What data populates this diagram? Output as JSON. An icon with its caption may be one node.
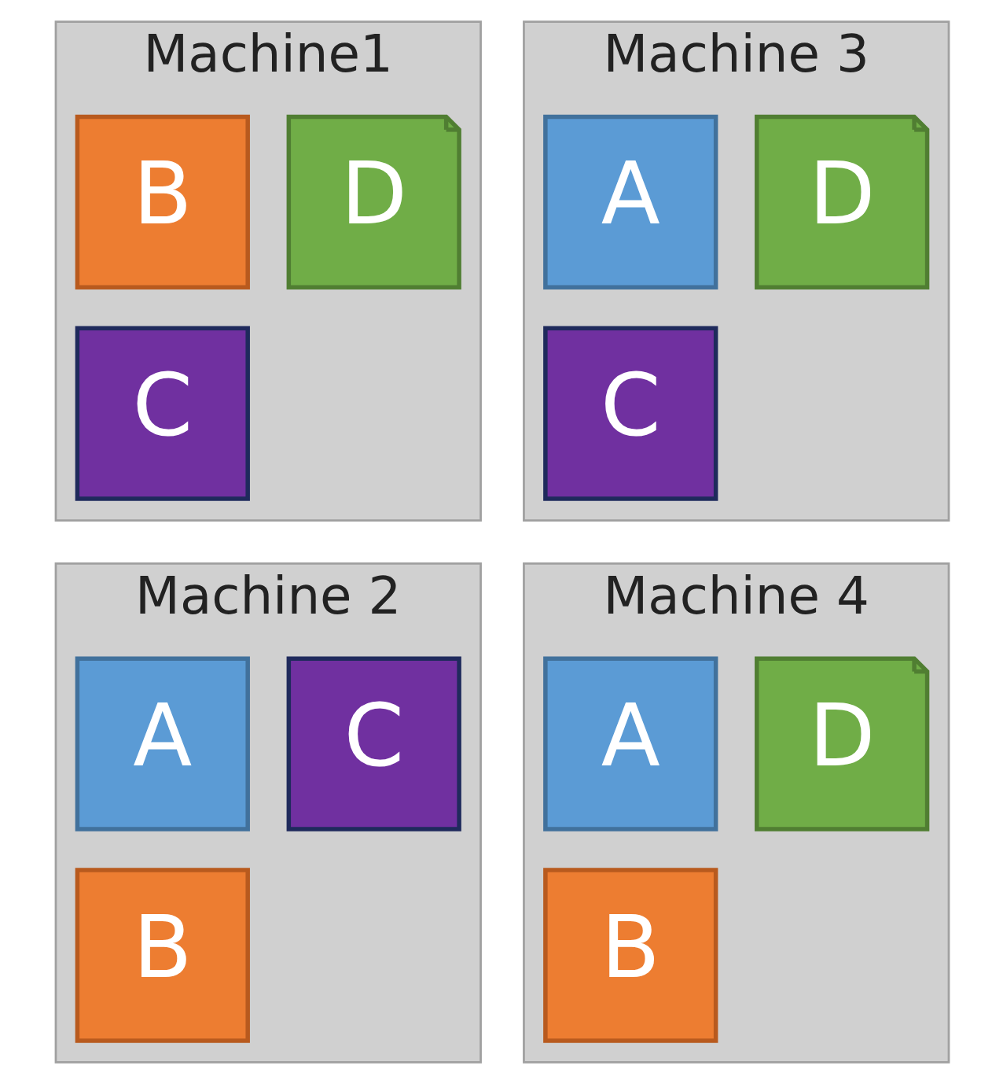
{
  "diagram": {
    "nodes": [
      {
        "text": [
          "Machine1"
        ]
      },
      {
        "text": [
          "B"
        ],
        "in": 0
      },
      {
        "text": [
          "C"
        ],
        "in": 0
      },
      {
        "text": [
          "D"
        ],
        "in": 0
      },
      {
        "text": [
          "Machine 2"
        ]
      },
      {
        "text": [
          "A"
        ],
        "in": 4
      },
      {
        "text": [
          "B"
        ],
        "in": 4
      },
      {
        "text": [
          "C"
        ],
        "in": 4
      },
      {
        "text": [
          "Machine 3"
        ]
      },
      {
        "text": [
          "A"
        ],
        "in": 8
      },
      {
        "text": [
          "C"
        ],
        "in": 8
      },
      {
        "text": [
          "D"
        ],
        "in": 8
      },
      {
        "text": [
          "Machine 4"
        ]
      },
      {
        "text": [
          "A"
        ],
        "in": 12
      },
      {
        "text": [
          "B"
        ],
        "in": 12
      },
      {
        "text": [
          "D"
        ],
        "in": 12
      }
    ]
  }
}
